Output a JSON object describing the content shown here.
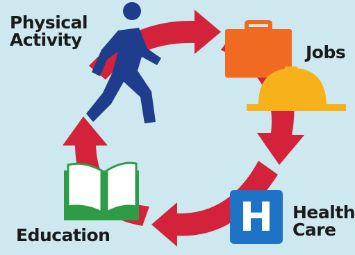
{
  "diagram": {
    "colors": {
      "background": "#cde9ef",
      "cycle_arrows": "#d3223a",
      "walker": "#1f3d8c",
      "briefcase": "#f06a21",
      "hard_hat": "#f7b21b",
      "book": "#2e9b46",
      "hospital_sign": "#1e73c7"
    },
    "labels": {
      "physical_activity": [
        "Physical",
        "Activity"
      ],
      "jobs": "Jobs",
      "health_care": [
        "Health",
        "Care"
      ],
      "education": "Education"
    },
    "icons": {
      "physical_activity": "walking-person-icon",
      "jobs": [
        "briefcase-icon",
        "hard-hat-icon"
      ],
      "health_care": "hospital-sign-icon",
      "education": "open-book-icon"
    },
    "hospital_sign_letter": "H"
  }
}
